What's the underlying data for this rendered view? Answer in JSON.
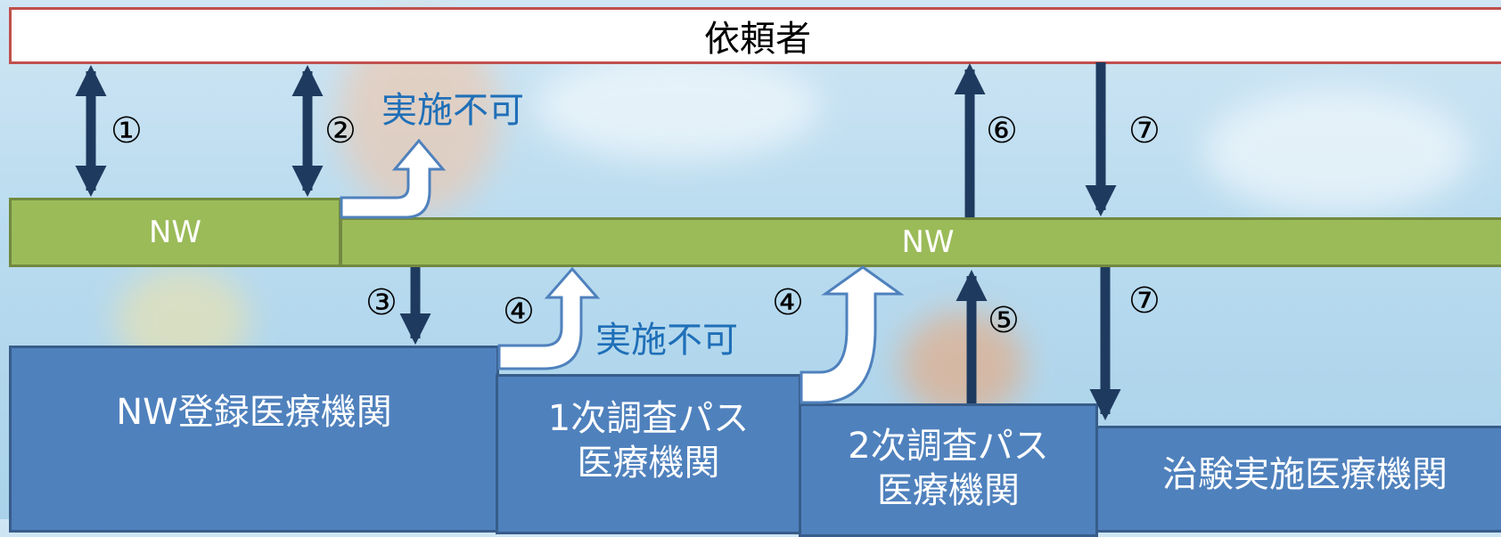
{
  "client": {
    "label": "依頼者"
  },
  "network": {
    "left_label": "NW",
    "main_label": "NW"
  },
  "institutions": {
    "registered": "NW登録医療機関",
    "primary": "1次調査パス\n医療機関",
    "secondary": "2次調査パス\n医療機関",
    "trial": "治験実施医療機関"
  },
  "steps": {
    "s1": "①",
    "s2": "②",
    "s3": "③",
    "s4a": "④",
    "s4b": "④",
    "s5": "⑤",
    "s6": "⑥",
    "s7a": "⑦",
    "s7b": "⑦"
  },
  "notes": {
    "infeasible_top": "実施不可",
    "infeasible_mid": "実施不可"
  },
  "colors": {
    "client_border": "#c0504d",
    "network_fill": "#9bbb59",
    "institution_fill": "#4f81bd",
    "arrow": "#1f3a5f",
    "infeasible_text": "#1f6fb8"
  }
}
